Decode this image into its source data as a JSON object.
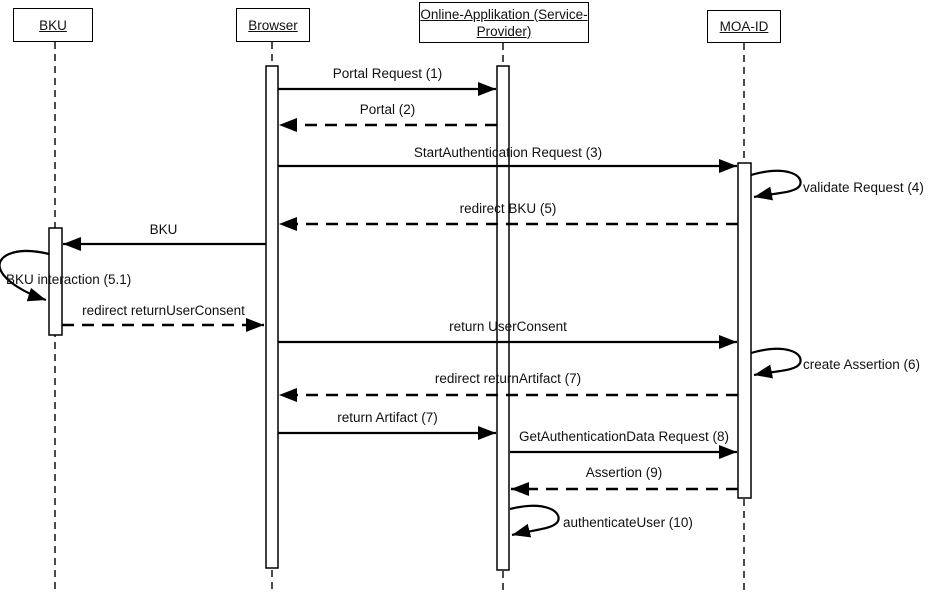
{
  "diagram": {
    "type": "uml-sequence-diagram",
    "colors": {
      "line": "#000000",
      "background": "#ffffff",
      "text": "#111111"
    },
    "participants": [
      {
        "id": "bku",
        "label": "BKU"
      },
      {
        "id": "browser",
        "label": "Browser"
      },
      {
        "id": "online-applikation",
        "label": "Online-Applikation (Service-Provider)",
        "lines": [
          "Online-Applikation (Service-",
          "Provider)"
        ]
      },
      {
        "id": "moa-id",
        "label": "MOA-ID"
      }
    ],
    "messages": [
      {
        "n": 1,
        "label": "Portal Request (1)",
        "from": "browser",
        "to": "online-applikation",
        "style": "solid"
      },
      {
        "n": 2,
        "label": "Portal (2)",
        "from": "online-applikation",
        "to": "browser",
        "style": "dashed"
      },
      {
        "n": 3,
        "label": "StartAuthentication Request (3)",
        "from": "browser",
        "to": "moa-id",
        "style": "solid"
      },
      {
        "n": 4,
        "label": "validate Request (4)",
        "from": "moa-id",
        "to": "moa-id",
        "style": "self"
      },
      {
        "n": 5,
        "label": "redirect BKU (5)",
        "from": "moa-id",
        "to": "browser",
        "style": "dashed"
      },
      {
        "n": 6,
        "label": "BKU",
        "from": "browser",
        "to": "bku",
        "style": "solid"
      },
      {
        "n": 7,
        "label": "BKU interaction (5.1)",
        "from": "bku",
        "to": "bku",
        "style": "self"
      },
      {
        "n": 8,
        "label": "redirect returnUserConsent",
        "from": "bku",
        "to": "browser",
        "style": "dashed"
      },
      {
        "n": 9,
        "label": "return UserConsent",
        "from": "browser",
        "to": "moa-id",
        "style": "solid"
      },
      {
        "n": 10,
        "label": "create Assertion (6)",
        "from": "moa-id",
        "to": "moa-id",
        "style": "self"
      },
      {
        "n": 11,
        "label": "redirect returnArtifact (7)",
        "from": "moa-id",
        "to": "browser",
        "style": "dashed"
      },
      {
        "n": 12,
        "label": "return Artifact (7)",
        "from": "browser",
        "to": "online-applikation",
        "style": "solid"
      },
      {
        "n": 13,
        "label": "GetAuthenticationData Request (8)",
        "from": "online-applikation",
        "to": "moa-id",
        "style": "solid"
      },
      {
        "n": 14,
        "label": "Assertion (9)",
        "from": "moa-id",
        "to": "online-applikation",
        "style": "dashed"
      },
      {
        "n": 15,
        "label": "authenticateUser (10)",
        "from": "online-applikation",
        "to": "online-applikation",
        "style": "self"
      }
    ]
  }
}
